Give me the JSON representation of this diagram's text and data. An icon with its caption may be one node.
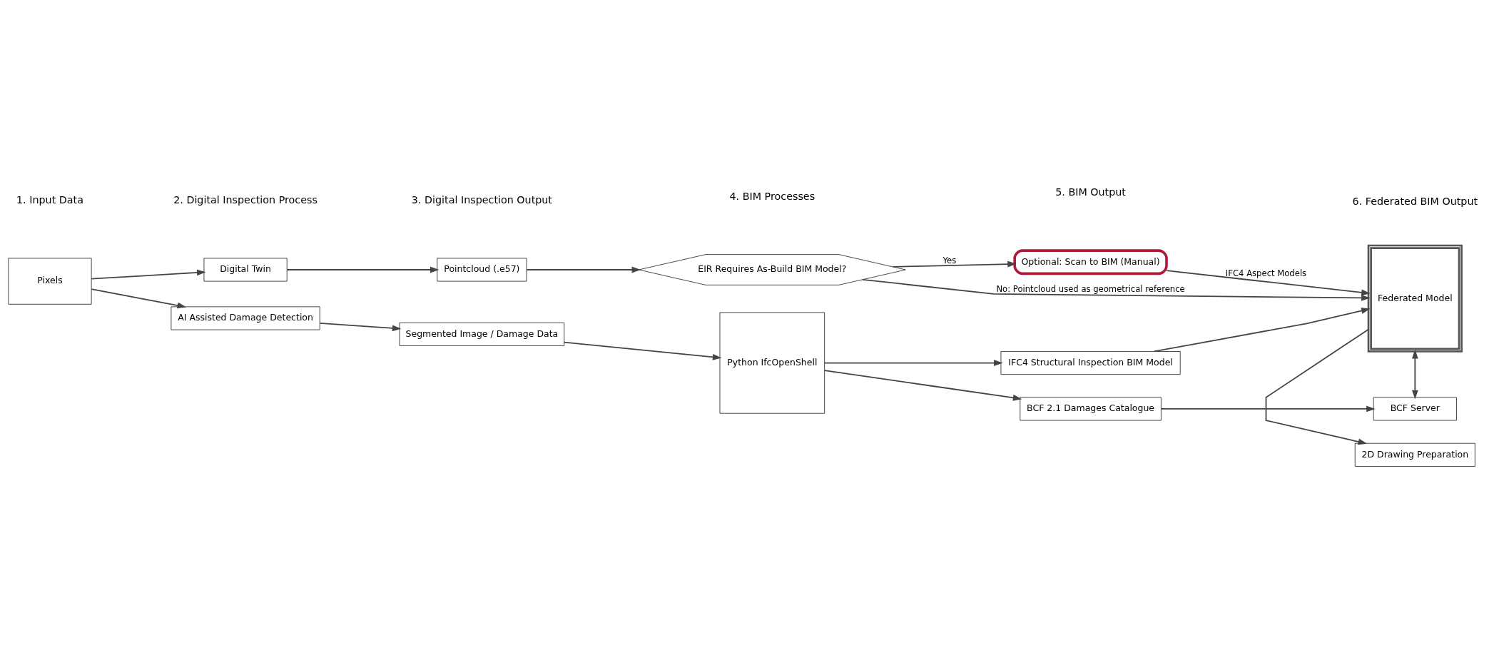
{
  "diagram": {
    "nodes": [
      {
        "text": [
          "Pixels"
        ]
      },
      {
        "text": [
          "Digital Twin"
        ]
      },
      {
        "text": [
          "AI Assisted Damage Detection"
        ]
      },
      {
        "text": [
          "Pointcloud (.e57)"
        ]
      },
      {
        "text": [
          "Segmented Image / Damage Data"
        ]
      },
      {
        "text": [
          "EIR Requires As-Build BIM Model?"
        ]
      },
      {
        "text": [
          "Python IfcOpenShell"
        ]
      },
      {
        "text": [
          "Optional: Scan to BIM (Manual)"
        ]
      },
      {
        "text": [
          "IFC4 Structural Inspection BIM Model"
        ]
      },
      {
        "text": [
          "BCF 2.1 Damages Catalogue"
        ]
      },
      {
        "text": [
          "2D Drawing Preparation"
        ]
      },
      {
        "text": [
          "Federated Model"
        ]
      },
      {
        "text": [
          "BCF Server"
        ]
      }
    ],
    "edges": [
      {
        "from": 0,
        "to": 1,
        "arrow": "to"
      },
      {
        "from": 0,
        "to": 2,
        "arrow": "to"
      },
      {
        "from": 1,
        "to": 3,
        "arrow": "to"
      },
      {
        "from": 2,
        "to": 4,
        "arrow": "to"
      },
      {
        "from": 3,
        "to": 5,
        "arrow": "to"
      },
      {
        "from": 4,
        "to": 6,
        "arrow": "to"
      },
      {
        "from": 5,
        "to": 7,
        "arrow": "to",
        "label": "Yes"
      },
      {
        "from": 5,
        "to": 11,
        "arrow": "to",
        "label": "No: Pointcloud used as geometrical reference"
      },
      {
        "from": 7,
        "to": 11,
        "arrow": "to",
        "label": "IFC4 Aspect Models"
      },
      {
        "from": 6,
        "to": 8,
        "arrow": "to"
      },
      {
        "from": 6,
        "to": 9,
        "arrow": "to"
      },
      {
        "from": 8,
        "to": 11,
        "arrow": "to"
      },
      {
        "from": 11,
        "to": 10,
        "arrow": "to"
      },
      {
        "from": 11,
        "to": 12,
        "arrow": "both"
      },
      {
        "from": 9,
        "to": 12,
        "arrow": "to"
      }
    ],
    "labels": [
      "1. Input Data",
      "2. Digital Inspection Process",
      "3. Digital Inspection Output",
      "4. BIM Processes",
      "5. BIM Output",
      "6. Federated BIM Output"
    ]
  }
}
